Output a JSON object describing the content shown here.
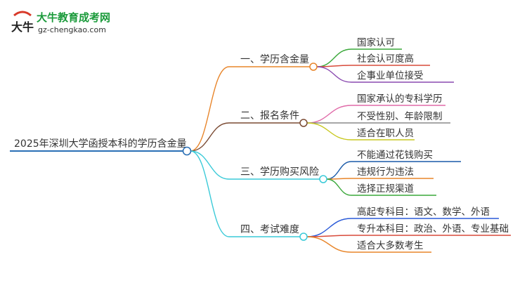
{
  "logo": {
    "glyph": "大牛",
    "title": "大牛教育成考网",
    "url": "gz-chengkao.com"
  },
  "mindmap": {
    "root": "2025年深圳大学函授本科的学历含金量",
    "root_color": "#2a6fb5",
    "branches": [
      {
        "label": "一、学历含金量",
        "color": "#e8852a",
        "children": [
          {
            "label": "国家认可",
            "color": "#3aa83a"
          },
          {
            "label": "社会认可度高",
            "color": "#d84a3a"
          },
          {
            "label": "企事业单位接受",
            "color": "#8a4ab0"
          }
        ]
      },
      {
        "label": "二、报名条件",
        "color": "#7a4a32",
        "children": [
          {
            "label": "国家承认的专科学历",
            "color": "#e06aa8"
          },
          {
            "label": "不受性别、年龄限制",
            "color": "#8a8a8a"
          },
          {
            "label": "适合在职人员",
            "color": "#c8c820"
          }
        ]
      },
      {
        "label": "三、学历购买风险",
        "color": "#3acad8",
        "children": [
          {
            "label": "不能通过花钱购买",
            "color": "#1a5aa8"
          },
          {
            "label": "违规行为违法",
            "color": "#e8852a"
          },
          {
            "label": "选择正规渠道",
            "color": "#3aa83a"
          }
        ]
      },
      {
        "label": "四、考试难度",
        "color": "#3acad8",
        "children": [
          {
            "label": "高起专科目：语文、数学、外语",
            "color": "#2a5ad8"
          },
          {
            "label": "专升本科目：政治、外语、专业基础",
            "color": "#d84a3a"
          },
          {
            "label": "适合大多数考生",
            "color": "#e8852a"
          }
        ]
      }
    ]
  }
}
